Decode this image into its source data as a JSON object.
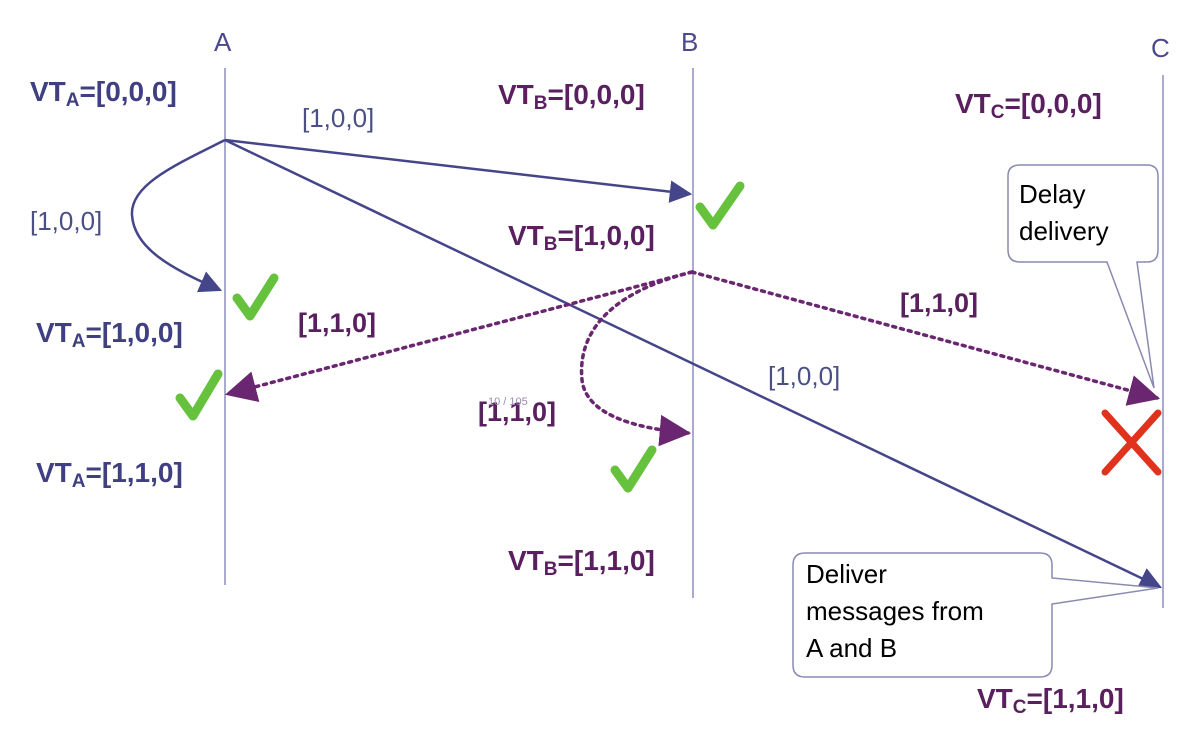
{
  "processes": {
    "a": "A",
    "b": "B",
    "c": "C"
  },
  "vector_clocks": {
    "a_initial": {
      "prefix": "VT",
      "sub": "A",
      "value": "=[0,0,0]"
    },
    "b_initial": {
      "prefix": "VT",
      "sub": "B",
      "value": "=[0,0,0]"
    },
    "c_initial": {
      "prefix": "VT",
      "sub": "C",
      "value": "=[0,0,0]"
    },
    "b_after_first": {
      "prefix": "VT",
      "sub": "B",
      "value": "=[1,0,0]"
    },
    "a_after_first": {
      "prefix": "VT",
      "sub": "A",
      "value": "=[1,0,0]"
    },
    "a_final": {
      "prefix": "VT",
      "sub": "A",
      "value": "=[1,1,0]"
    },
    "b_final": {
      "prefix": "VT",
      "sub": "B",
      "value": "=[1,1,0]"
    },
    "c_final": {
      "prefix": "VT",
      "sub": "C",
      "value": "=[1,1,0]"
    }
  },
  "messages": {
    "a_to_b": "[1,0,0]",
    "a_to_self": "[1,0,0]",
    "a_to_c": "[1,0,0]",
    "b_to_a": "[1,1,0]",
    "b_to_self": "[1,1,0]",
    "b_to_c": "[1,1,0]"
  },
  "callouts": {
    "delay": [
      "Delay",
      "delivery"
    ],
    "deliver": [
      "Deliver",
      "messages from",
      "A and B"
    ]
  },
  "page_number": "10 / 105",
  "colors": {
    "process_a_line": "#45468a",
    "process_b_dotted": "#6a2670",
    "check_green": "#66c23d",
    "cross_red": "#e0321c"
  },
  "icons": {
    "check": "check-icon",
    "cross": "cross-icon"
  }
}
